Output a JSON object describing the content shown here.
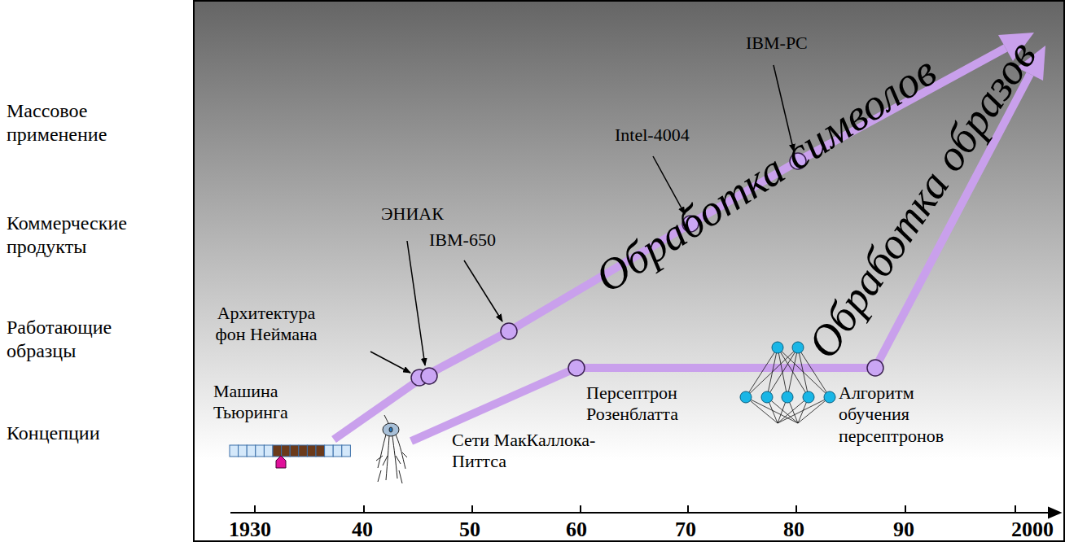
{
  "diagram": {
    "labels": [
      "Массовое применение",
      "Коммерческие продукты",
      "Работающие образцы",
      "Концепции",
      "Машина Тьюринга",
      "Архитектура фон Неймана",
      "ЭНИАК",
      "IBM-650",
      "Intel-4004",
      "IBM-PC",
      "Сети МакКаллока-Питтса",
      "Персептрон Розенблатта",
      "Алгоритм обучения персептронов",
      "Обработка символов",
      "Обработка образов",
      "1930",
      "40",
      "50",
      "60",
      "70",
      "80",
      "90",
      "2000"
    ]
  }
}
